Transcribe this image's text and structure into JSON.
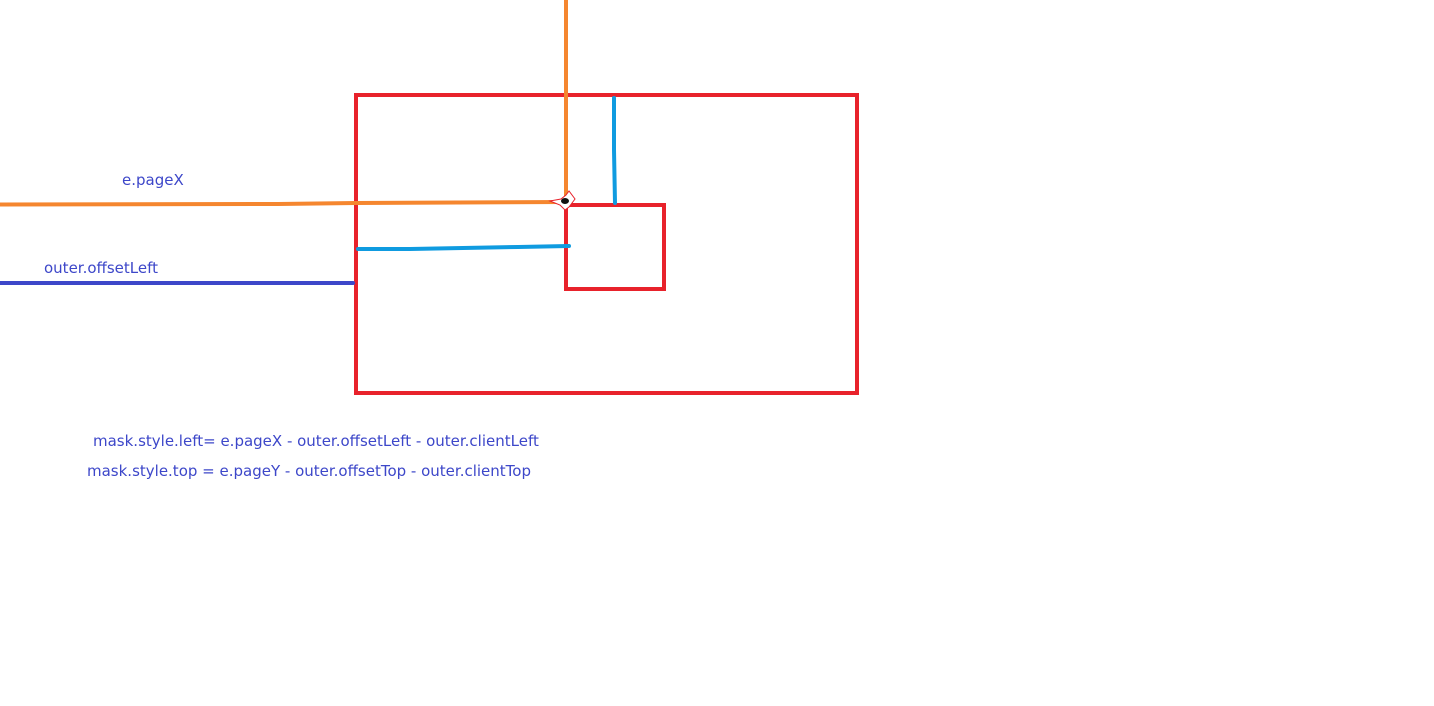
{
  "colors": {
    "box_stroke": "#e8222b",
    "page_x_line": "#f5862f",
    "offset_left_line": "#3d47c9",
    "inner_offset_lines": "#0f9be0",
    "text": "#3d47c9"
  },
  "labels": {
    "page_x": "e.pageX",
    "offset_left": "outer.offsetLeft"
  },
  "formulas": {
    "left": "mask.style.left=  e.pageX - outer.offsetLeft - outer.clientLeft",
    "top": "mask.style.top = e.pageY - outer.offsetTop - outer.clientTop"
  },
  "icons": {
    "cursor": "mouse-pointer-icon"
  }
}
